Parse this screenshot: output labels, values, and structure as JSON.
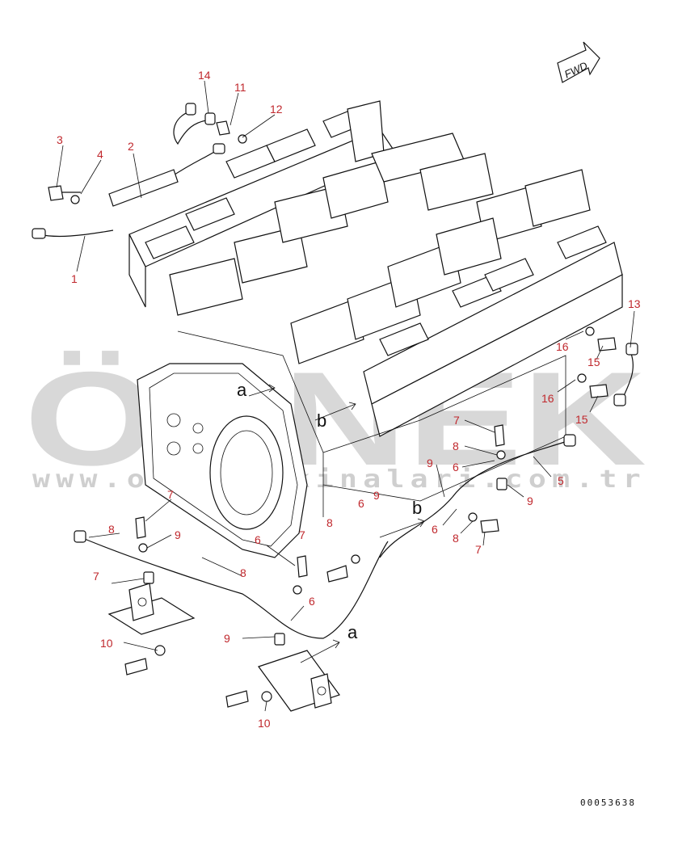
{
  "diagram": {
    "fwd_label": "FWD",
    "doc_number": "00053638",
    "watermark": {
      "brand": "ÖRNEK",
      "url": "www.ornekmakinalari.com.tr"
    },
    "view_markers": [
      {
        "id": "a1",
        "text": "a"
      },
      {
        "id": "a2",
        "text": "a"
      },
      {
        "id": "b1",
        "text": "b"
      },
      {
        "id": "b2",
        "text": "b"
      }
    ],
    "callouts": [
      {
        "id": "c14",
        "text": "14"
      },
      {
        "id": "c11",
        "text": "11"
      },
      {
        "id": "c12",
        "text": "12"
      },
      {
        "id": "c3",
        "text": "3"
      },
      {
        "id": "c4",
        "text": "4"
      },
      {
        "id": "c2",
        "text": "2"
      },
      {
        "id": "c1",
        "text": "1"
      },
      {
        "id": "c13",
        "text": "13"
      },
      {
        "id": "c16a",
        "text": "16"
      },
      {
        "id": "c15a",
        "text": "15"
      },
      {
        "id": "c16b",
        "text": "16"
      },
      {
        "id": "c15b",
        "text": "15"
      },
      {
        "id": "c7a",
        "text": "7"
      },
      {
        "id": "c8a",
        "text": "8"
      },
      {
        "id": "c6a",
        "text": "6"
      },
      {
        "id": "c9a",
        "text": "9"
      },
      {
        "id": "c5",
        "text": "5"
      },
      {
        "id": "c9b",
        "text": "9"
      },
      {
        "id": "c9c",
        "text": "9"
      },
      {
        "id": "c6b",
        "text": "6"
      },
      {
        "id": "c8b",
        "text": "8"
      },
      {
        "id": "c6c",
        "text": "6"
      },
      {
        "id": "c8c",
        "text": "8"
      },
      {
        "id": "c7b",
        "text": "7"
      },
      {
        "id": "c7c",
        "text": "7"
      },
      {
        "id": "c7d",
        "text": "7"
      },
      {
        "id": "c6d",
        "text": "6"
      },
      {
        "id": "c8d",
        "text": "8"
      },
      {
        "id": "c9d",
        "text": "9"
      },
      {
        "id": "c7e",
        "text": "7"
      },
      {
        "id": "c8e",
        "text": "8"
      },
      {
        "id": "c6e",
        "text": "6"
      },
      {
        "id": "c9e",
        "text": "9"
      },
      {
        "id": "c10a",
        "text": "10"
      },
      {
        "id": "c10b",
        "text": "10"
      }
    ]
  }
}
